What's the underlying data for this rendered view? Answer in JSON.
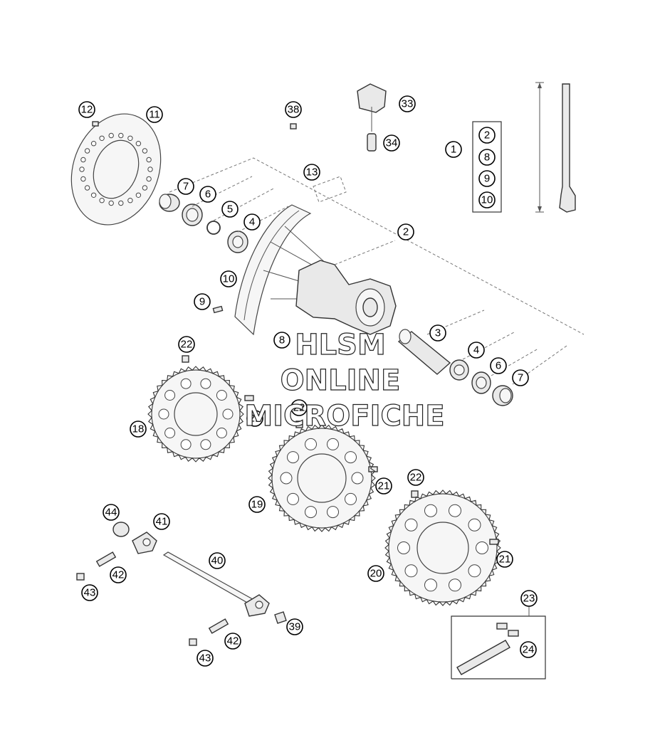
{
  "callouts": {
    "c1": "1",
    "c2a": "2",
    "c2b": "2",
    "c3": "3",
    "c4a": "4",
    "c4b": "4",
    "c5": "5",
    "c6a": "6",
    "c6b": "6",
    "c7a": "7",
    "c7b": "7",
    "c8a": "8",
    "c8b": "8",
    "c9a": "9",
    "c9b": "9",
    "c10a": "10",
    "c10b": "10",
    "c11": "11",
    "c12": "12",
    "c13": "13",
    "c18": "18",
    "c19": "19",
    "c20": "20",
    "c21a": "21",
    "c21b": "21",
    "c21c": "21",
    "c22a": "22",
    "c22b": "22",
    "c22c": "22",
    "c23": "23",
    "c24": "24",
    "c33": "33",
    "c34": "34",
    "c38": "38",
    "c39": "39",
    "c40": "40",
    "c41": "41",
    "c42a": "42",
    "c42b": "42",
    "c43a": "43",
    "c43b": "43",
    "c44": "44"
  },
  "watermark": {
    "line1": "HLSM",
    "line2": "ONLINE",
    "line3": "MICROFICHE"
  }
}
